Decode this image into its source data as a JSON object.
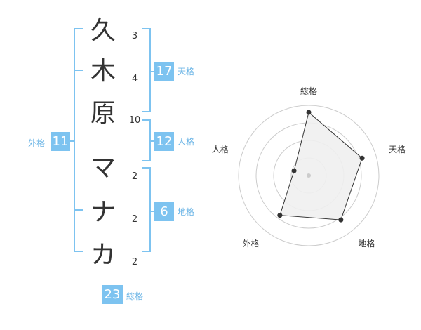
{
  "name": {
    "chars": [
      {
        "char": "久",
        "strokes": "3"
      },
      {
        "char": "木",
        "strokes": "4"
      },
      {
        "char": "原",
        "strokes": "10"
      },
      {
        "char": "マ",
        "strokes": "2"
      },
      {
        "char": "ナ",
        "strokes": "2"
      },
      {
        "char": "カ",
        "strokes": "2"
      }
    ]
  },
  "kaku": {
    "tenkaku": {
      "label": "天格",
      "value": "17"
    },
    "jinkaku": {
      "label": "人格",
      "value": "12"
    },
    "chikaku": {
      "label": "地格",
      "value": "6"
    },
    "gaikaku": {
      "label": "外格",
      "value": "11"
    },
    "soukaku": {
      "label": "総格",
      "value": "23"
    }
  },
  "colors": {
    "accent": "#7dc3f0",
    "accent_text": "#6cb5e6",
    "text": "#333333",
    "grid": "#cccccc",
    "radar_fill": "#f0f0f0"
  },
  "chart_data": {
    "type": "radar",
    "axes": [
      "総格",
      "天格",
      "地格",
      "外格",
      "人格"
    ],
    "values": [
      0.9,
      0.8,
      0.78,
      0.7,
      0.22
    ],
    "rings": 4,
    "grid": true
  }
}
